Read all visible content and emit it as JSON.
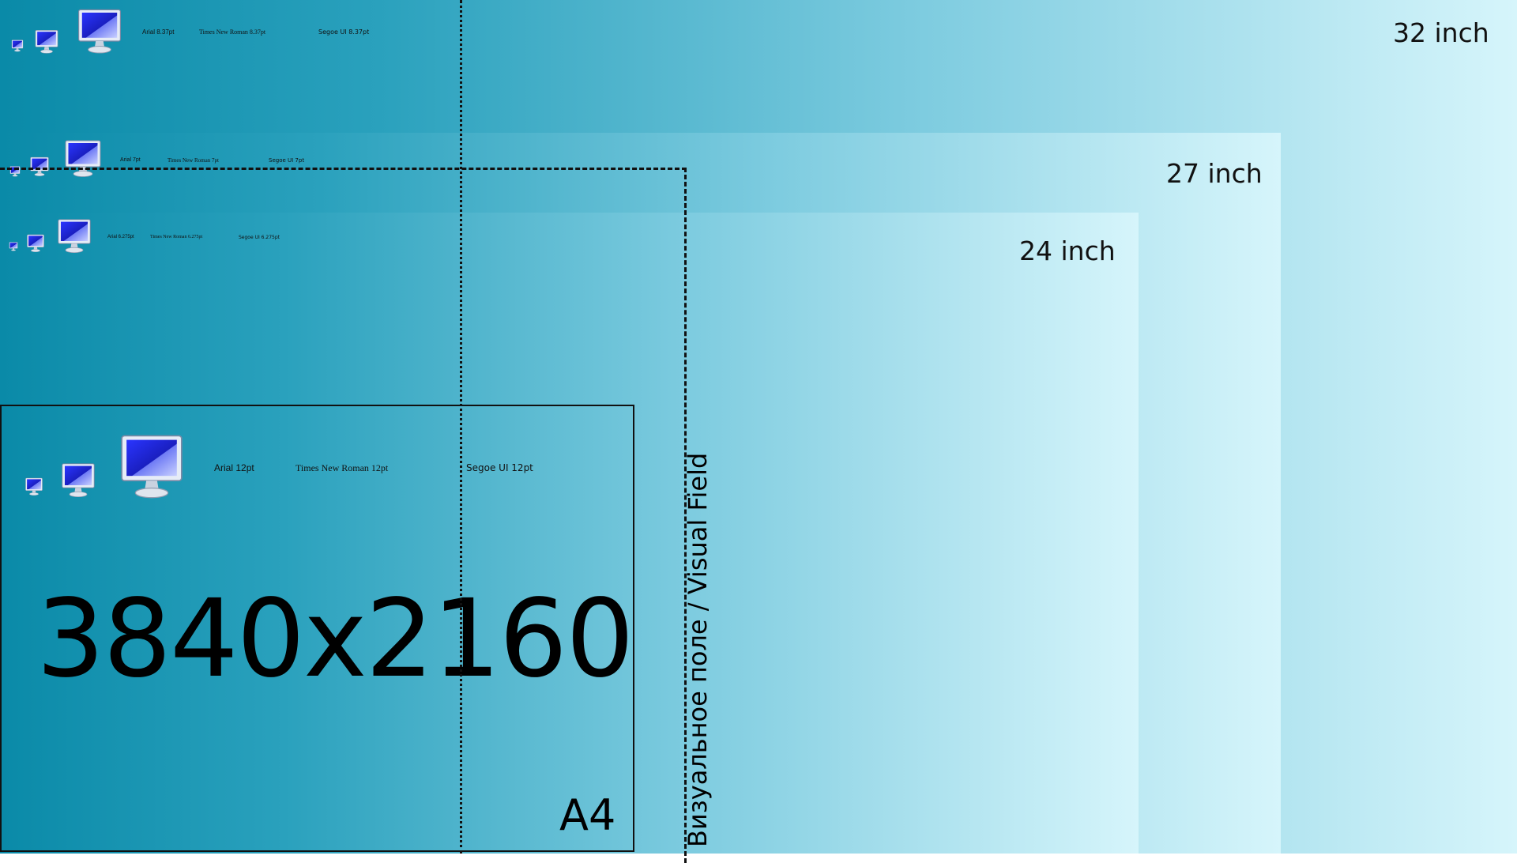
{
  "screens": {
    "s32": {
      "label": "32 inch"
    },
    "s27": {
      "label": "27 inch"
    },
    "s24": {
      "label": "24 inch"
    }
  },
  "rows": {
    "r32": {
      "arial": "Arial 8.37pt",
      "times": "Times New Roman 8.37pt",
      "segoe": "Segoe UI 8.37pt"
    },
    "r27": {
      "arial": "Arial 7pt",
      "times": "Times New Roman 7pt",
      "segoe": "Segoe UI 7pt"
    },
    "r24": {
      "arial": "Arial 6.275pt",
      "times": "Times New Roman 6.275pt",
      "segoe": "Segoe UI 6.275pt"
    },
    "rA4": {
      "arial": "Arial 12pt",
      "times": "Times New Roman 12pt",
      "segoe": "Segoe UI 12pt"
    }
  },
  "resolution": "3840x2160",
  "a4_label": "A4",
  "visual_field_label": "Визуальное поле / Visual Field",
  "icons": [
    "monitor-icon"
  ],
  "colors": {
    "gradient_start": "#0a8aa8",
    "gradient_end": "#d6f5fb",
    "monitor_screen": "#1f2ee0"
  }
}
